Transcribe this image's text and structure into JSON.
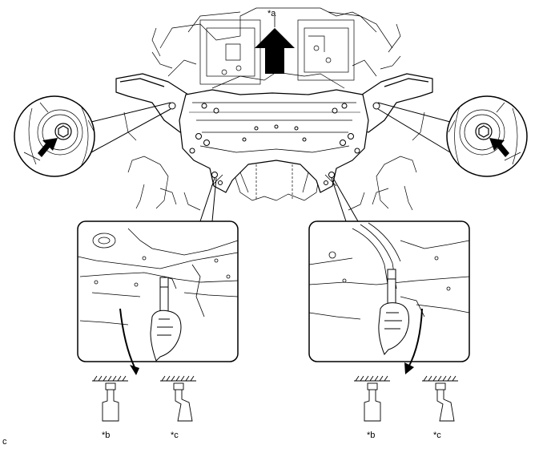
{
  "labels": {
    "front_arrow": "*a",
    "tool_left": "*b",
    "tool_right": "*c",
    "tool_left_2": "*b",
    "tool_right_2": "*c",
    "corner_code": "c"
  },
  "colors": {
    "line": "#000000",
    "background": "#ffffff",
    "arrow_fill": "#000000"
  },
  "icons": [
    "front-direction-arrow-icon",
    "bolt-pointer-arrow-icon",
    "rotation-arrow-icon",
    "hand-icon",
    "pin-tool-icon"
  ]
}
